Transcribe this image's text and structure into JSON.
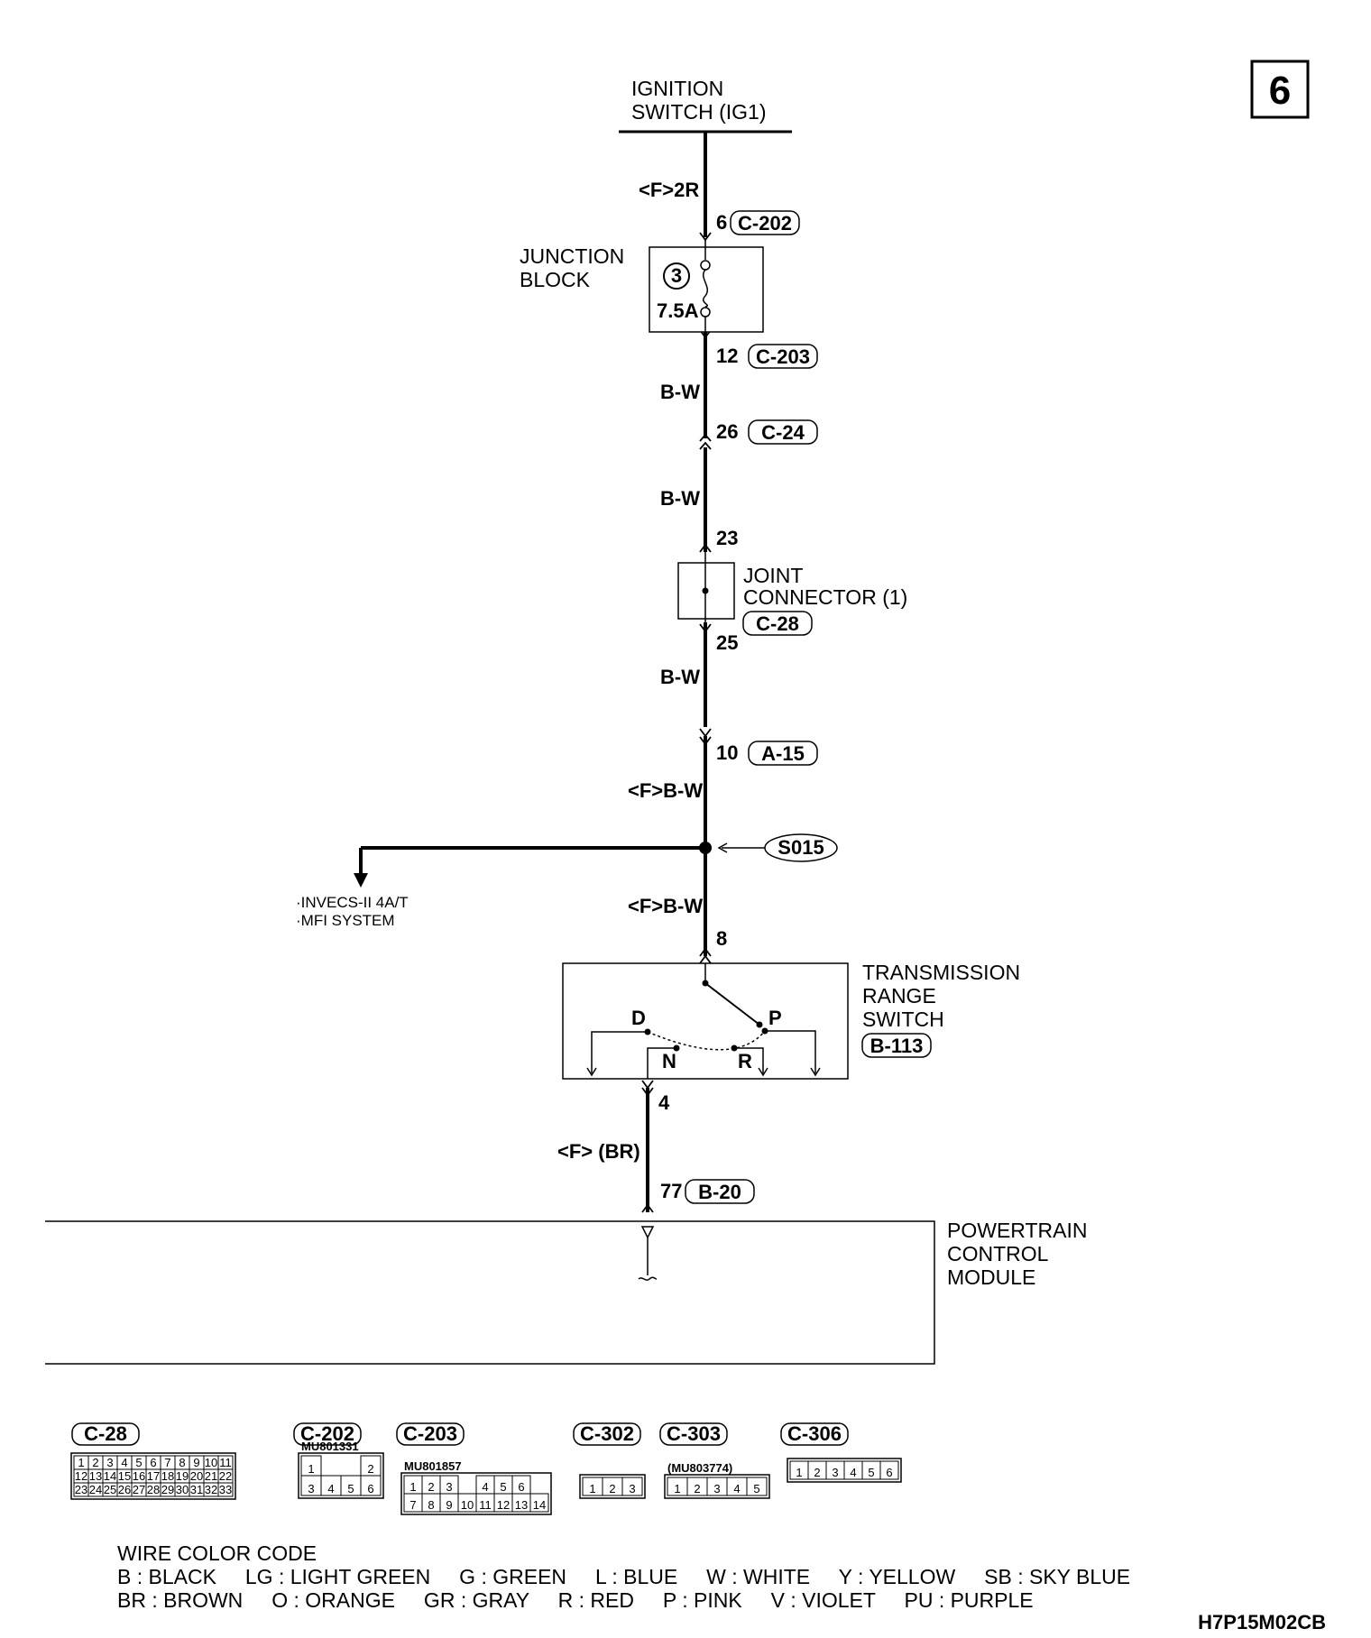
{
  "page_number": "6",
  "figure_code": "H7P15M02CB",
  "ignition_switch": [
    "IGNITION",
    "SWITCH (IG1)"
  ],
  "junction_block": {
    "label": [
      "JUNCTION",
      "BLOCK"
    ],
    "fuse_no": "3",
    "fuse_rating": "7.5A"
  },
  "joint_connector": [
    "JOINT",
    "CONNECTOR (1)"
  ],
  "transmission_switch": {
    "label": [
      "TRANSMISSION",
      "RANGE",
      "SWITCH"
    ],
    "connector": "B-113",
    "positions": [
      "D",
      "P",
      "N",
      "R"
    ]
  },
  "pcm": [
    "POWERTRAIN",
    "CONTROL",
    "MODULE"
  ],
  "branch_note": [
    "·INVECS-II 4A/T",
    "·MFI SYSTEM"
  ],
  "splice": "S015",
  "wire_labels": [
    "<F>2R",
    "B-W",
    "B-W",
    "B-W",
    "<F>B-W",
    "<F>B-W",
    "<F> (BR)"
  ],
  "pins": [
    {
      "pin": "6",
      "connector": "C-202"
    },
    {
      "pin": "12",
      "connector": "C-203"
    },
    {
      "pin": "26",
      "connector": "C-24"
    },
    {
      "pin": "23",
      "connector": ""
    },
    {
      "pin": "25",
      "connector": "C-28"
    },
    {
      "pin": "10",
      "connector": "A-15"
    },
    {
      "pin": "8",
      "connector": ""
    },
    {
      "pin": "4",
      "connector": ""
    },
    {
      "pin": "77",
      "connector": "B-20"
    }
  ],
  "connector_views": [
    {
      "name": "C-28",
      "part": "",
      "rows": [
        [
          "1",
          "2",
          "3",
          "4",
          "5",
          "6",
          "7",
          "8",
          "9",
          "10",
          "11"
        ],
        [
          "12",
          "13",
          "14",
          "15",
          "16",
          "17",
          "18",
          "19",
          "20",
          "21",
          "22"
        ],
        [
          "23",
          "24",
          "25",
          "26",
          "27",
          "28",
          "29",
          "30",
          "31",
          "32",
          "33"
        ]
      ]
    },
    {
      "name": "C-202",
      "part": "MU801331",
      "rows": [
        [
          "1",
          "",
          "",
          "2"
        ],
        [
          "3",
          "4",
          "5",
          "6"
        ]
      ]
    },
    {
      "name": "C-203",
      "part": "MU801857",
      "rows": [
        [
          "1",
          "2",
          "3",
          "",
          "4",
          "5",
          "6"
        ],
        [
          "7",
          "8",
          "9",
          "10",
          "11",
          "12",
          "13",
          "14"
        ]
      ]
    },
    {
      "name": "C-302",
      "part": "",
      "rows": [
        [
          "1",
          "2",
          "3"
        ]
      ]
    },
    {
      "name": "C-303",
      "part": "(MU803774)",
      "rows": [
        [
          "1",
          "2",
          "3",
          "4",
          "5"
        ]
      ]
    },
    {
      "name": "C-306",
      "part": "",
      "rows": [
        [
          "1",
          "2",
          "3",
          "4",
          "5",
          "6"
        ]
      ]
    }
  ],
  "wire_color_code": {
    "title": "WIRE COLOR CODE",
    "line1": "B : BLACK     LG : LIGHT GREEN     G : GREEN     L : BLUE     W : WHITE     Y : YELLOW     SB : SKY BLUE",
    "line2": "BR : BROWN     O : ORANGE     GR : GRAY     R : RED     P : PINK     V : VIOLET     PU : PURPLE"
  }
}
